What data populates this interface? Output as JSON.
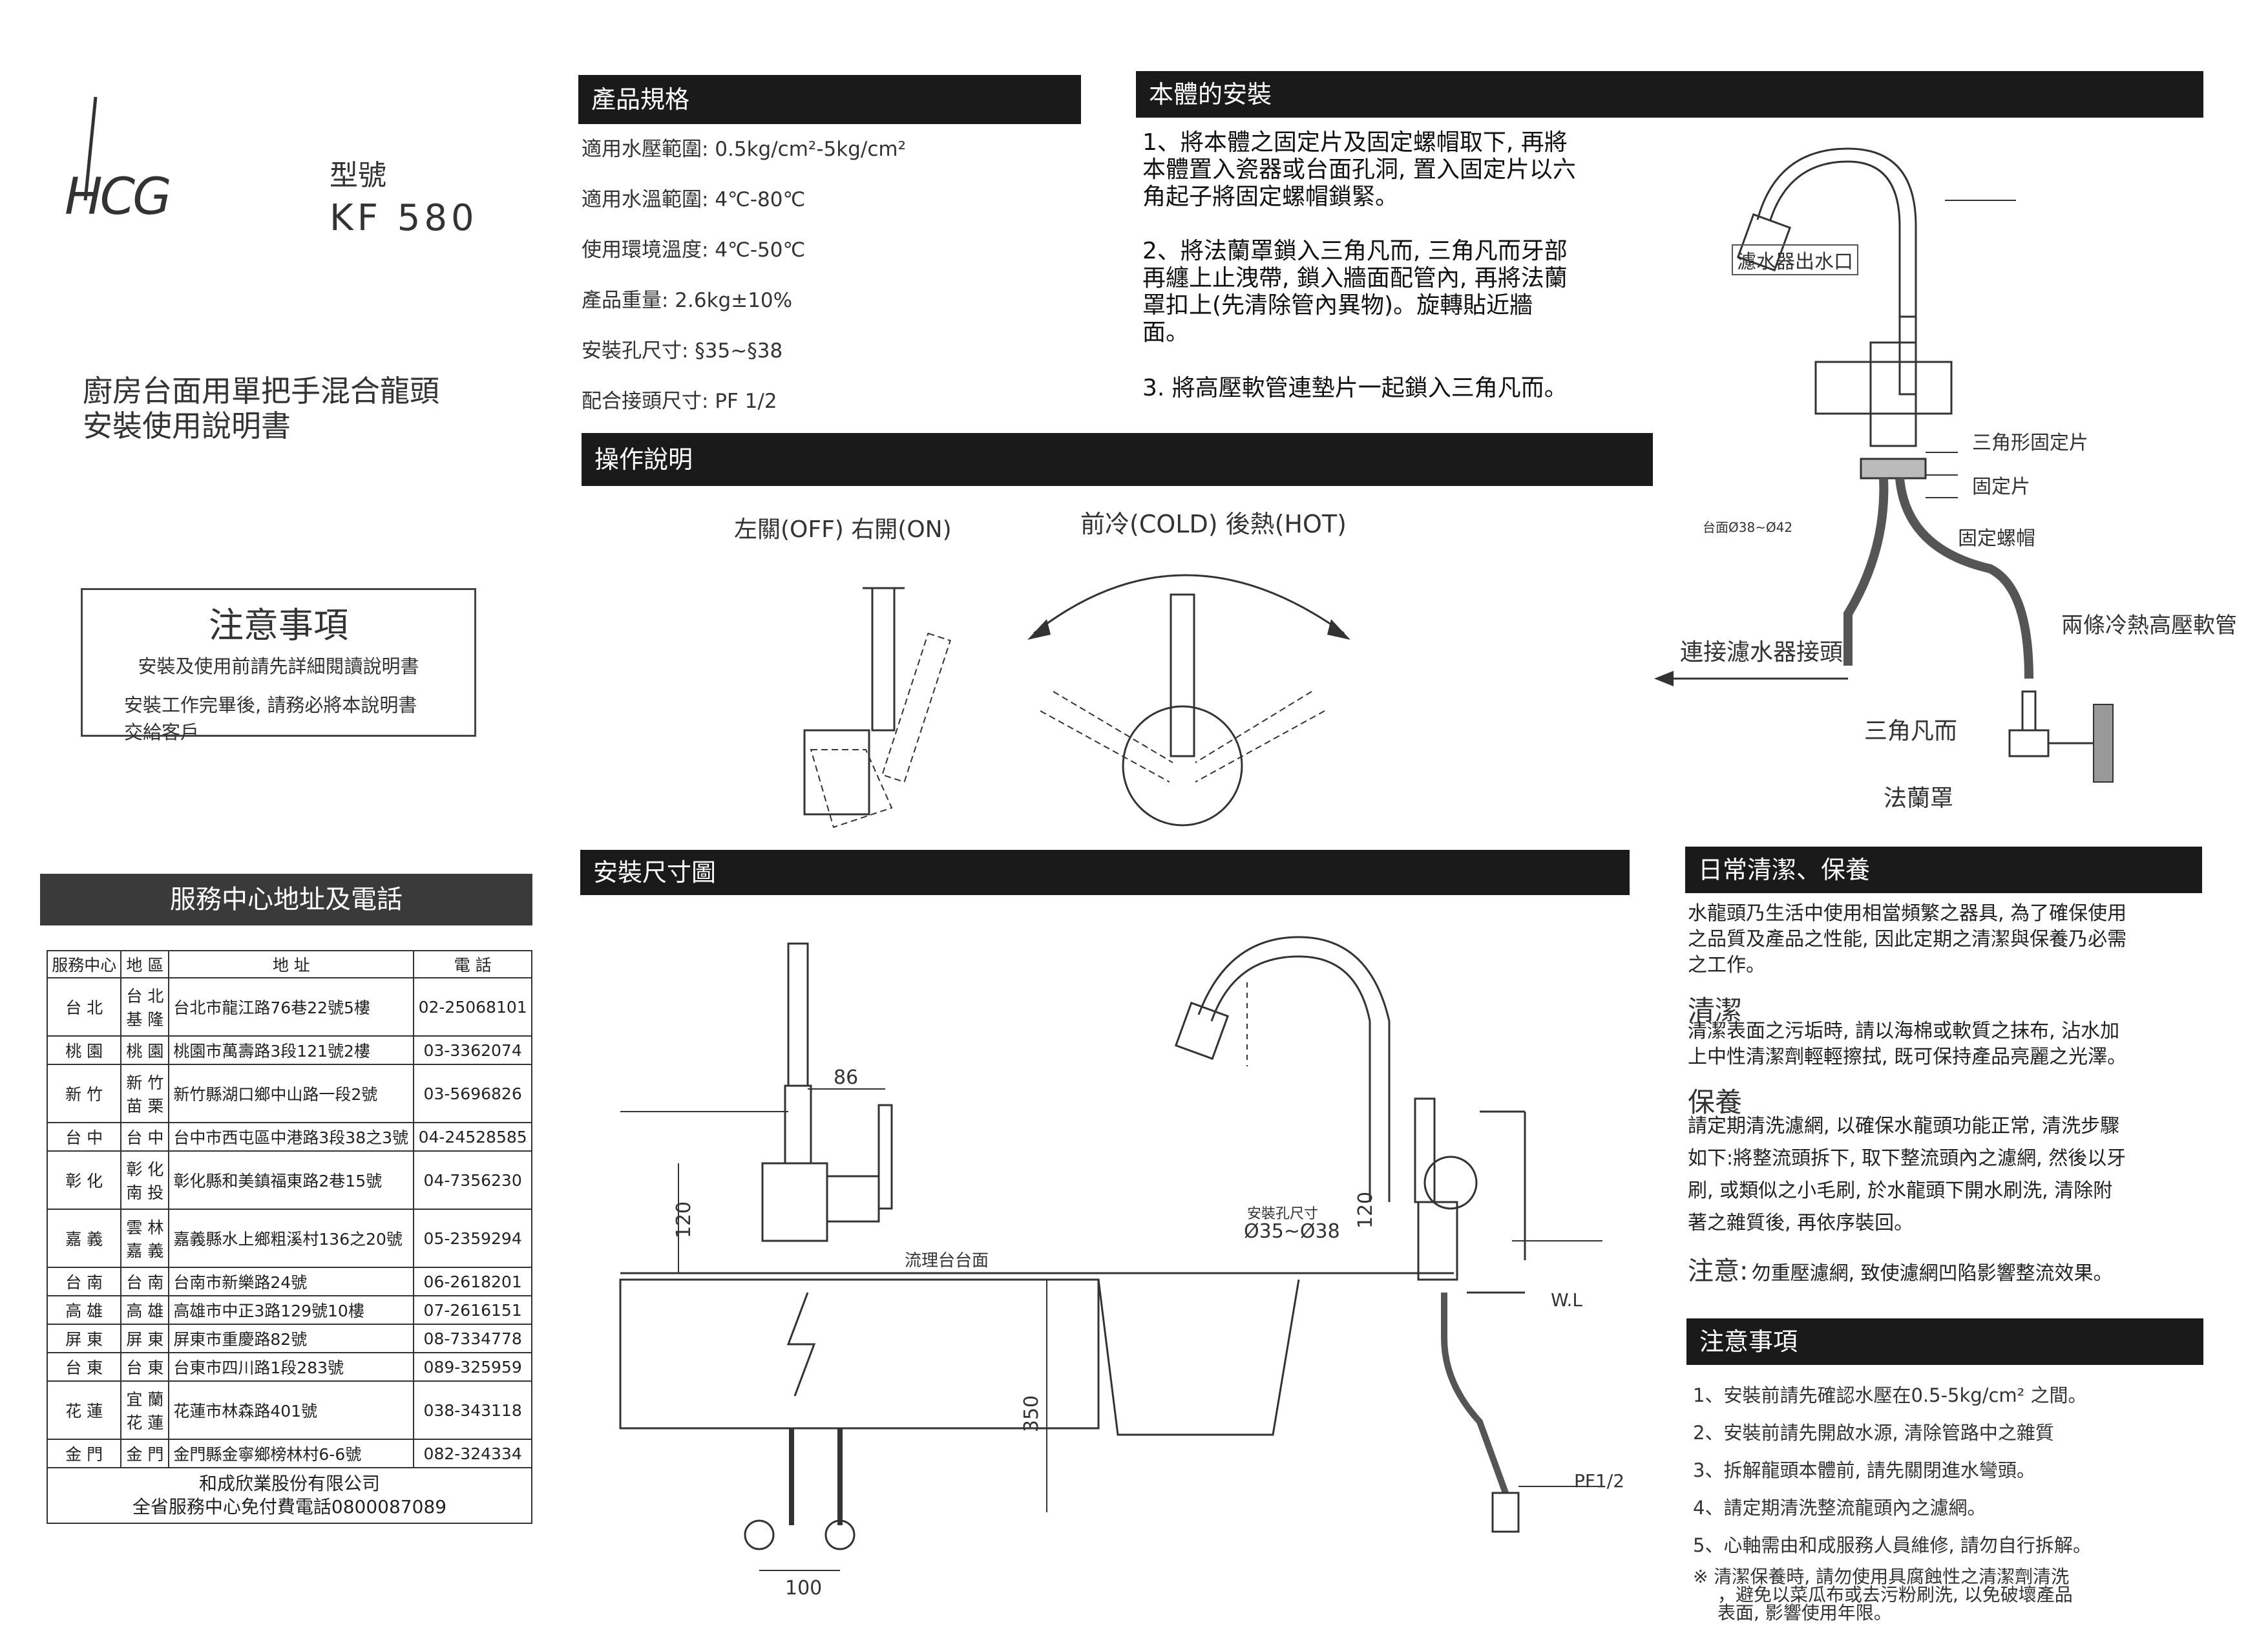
{
  "brand": {
    "logo_text": "HCG"
  },
  "model": {
    "label": "型號",
    "number": "KF 580"
  },
  "doc_title": {
    "line1": "廚房台面用單把手混合龍頭",
    "line2": "安裝使用說明書"
  },
  "notice": {
    "title": "注意事項",
    "line1": "安裝及使用前請先詳細閱讀說明書",
    "line2a": "安裝工作完畢後, 請務必將本說明書",
    "line2b": "交給客戶"
  },
  "specs": {
    "title": "產品規格",
    "rows": [
      "適用水壓範圍: 0.5kg/cm²-5kg/cm²",
      "適用水溫範圍: 4℃-80℃",
      "使用環境溫度: 4℃-50℃",
      "產品重量: 2.6kg±10%",
      "安裝孔尺寸: §35~§38",
      "配合接頭尺寸: PF 1/2"
    ]
  },
  "operation": {
    "title": "操作說明",
    "label_onoff": "左關(OFF) 右開(ON)",
    "label_temp": "前冷(COLD) 後熱(HOT)"
  },
  "body_install": {
    "title": "本體的安裝",
    "step1": [
      "1、將本體之固定片及固定螺帽取下, 再將",
      "本體置入瓷器或台面孔洞, 置入固定片以六",
      "角起子將固定螺帽鎖緊。"
    ],
    "step2": [
      "2、將法蘭罩鎖入三角凡而, 三角凡而牙部",
      "再纏上止洩帶, 鎖入牆面配管內, 再將法蘭",
      "罩扣上(先清除管內異物)。旋轉貼近牆",
      "面。"
    ],
    "step3": "3. 將高壓軟管連墊片一起鎖入三角凡而。",
    "labels": {
      "outlet": "濾水器出水口",
      "triangle_plate": "三角形固定片",
      "fixing_plate": "固定片",
      "hole": "台面Ø38~Ø42",
      "fixing_nut": "固定螺帽",
      "hoses": "兩條冷熱高壓軟管",
      "filter_conn": "連接濾水器接頭",
      "angle_valve": "三角凡而",
      "flange": "法蘭罩"
    }
  },
  "dimensions": {
    "title": "安裝尺寸圖",
    "d86": "86",
    "d120a": "120",
    "d350": "350",
    "d100": "100",
    "d120b": "120",
    "sink_top": "流理台台面",
    "hole_label": "安裝孔尺寸",
    "hole_value": "Ø35~Ø38",
    "wl": "W.L",
    "pf": "PF1/2"
  },
  "service": {
    "title": "服務中心地址及電話",
    "headers": [
      "服務中心",
      "地 區",
      "地    址",
      "電 話"
    ],
    "rows": [
      {
        "center": "台 北",
        "area": "台 北 基 隆",
        "address": "台北市龍江路76巷22號5樓",
        "phone": "02-25068101"
      },
      {
        "center": "桃 園",
        "area": "桃 園",
        "address": "桃園市萬壽路3段121號2樓",
        "phone": "03-3362074"
      },
      {
        "center": "新 竹",
        "area": "新 竹 苗 栗",
        "address": "新竹縣湖口鄉中山路一段2號",
        "phone": "03-5696826"
      },
      {
        "center": "台 中",
        "area": "台 中",
        "address": "台中市西屯區中港路3段38之3號",
        "phone": "04-24528585"
      },
      {
        "center": "彰 化",
        "area": "彰 化 南 投",
        "address": "彰化縣和美鎮福東路2巷15號",
        "phone": "04-7356230"
      },
      {
        "center": "嘉 義",
        "area": "雲 林 嘉 義",
        "address": "嘉義縣水上鄉粗溪村136之20號",
        "phone": "05-2359294"
      },
      {
        "center": "台 南",
        "area": "台 南",
        "address": "台南市新樂路24號",
        "phone": "06-2618201"
      },
      {
        "center": "高 雄",
        "area": "高 雄",
        "address": "高雄市中正3路129號10樓",
        "phone": "07-2616151"
      },
      {
        "center": "屏 東",
        "area": "屏 東",
        "address": "屏東市重慶路82號",
        "phone": "08-7334778"
      },
      {
        "center": "台 東",
        "area": "台 東",
        "address": "台東市四川路1段283號",
        "phone": "089-325959"
      },
      {
        "center": "花 蓮",
        "area": "宜 蘭 花 蓮",
        "address": "花蓮市林森路401號",
        "phone": "038-343118"
      },
      {
        "center": "金 門",
        "area": "金 門",
        "address": "金門縣金寧鄉榜林村6-6號",
        "phone": "082-324334"
      }
    ],
    "company": "和成欣業股份有限公司",
    "hotline": "全省服務中心免付費電話0800087089"
  },
  "care": {
    "title": "日常清潔、保養",
    "intro": [
      "水龍頭乃生活中使用相當頻繁之器具, 為了確保使用",
      "之品質及產品之性能, 因此定期之清潔與保養乃必需",
      "之工作。"
    ],
    "clean_title": "清潔",
    "clean_text": [
      "清潔表面之污垢時, 請以海棉或軟質之抹布, 沾水加",
      "上中性清潔劑輕輕擦拭, 既可保持產品亮麗之光澤。"
    ],
    "maint_title": "保養",
    "maint_text": [
      "請定期清洗濾網, 以確保水龍頭功能正常, 清洗步驟",
      "如下:將整流頭拆下, 取下整流頭內之濾網, 然後以牙",
      "刷, 或類似之小毛刷, 於水龍頭下開水刷洗, 清除附",
      "著之雜質後, 再依序裝回。"
    ],
    "caution_label": "注意:",
    "caution_text": "勿重壓濾網, 致使濾網凹陷影響整流效果。"
  },
  "precautions": {
    "title": "注意事項",
    "items": [
      "1、安裝前請先確認水壓在0.5-5kg/cm² 之間。",
      "2、安裝前請先開啟水源, 清除管路中之雜質",
      "3、拆解龍頭本體前, 請先關閉進水彎頭。",
      "4、請定期清洗整流龍頭內之濾網。",
      "5、心軸需由和成服務人員維修, 請勿自行拆解。"
    ],
    "note": [
      "※ 清潔保養時, 請勿使用具腐蝕性之清潔劑清洗",
      "，避免以菜瓜布或去污粉刷洗, 以免破壞產品",
      "表面, 影響使用年限。"
    ]
  }
}
